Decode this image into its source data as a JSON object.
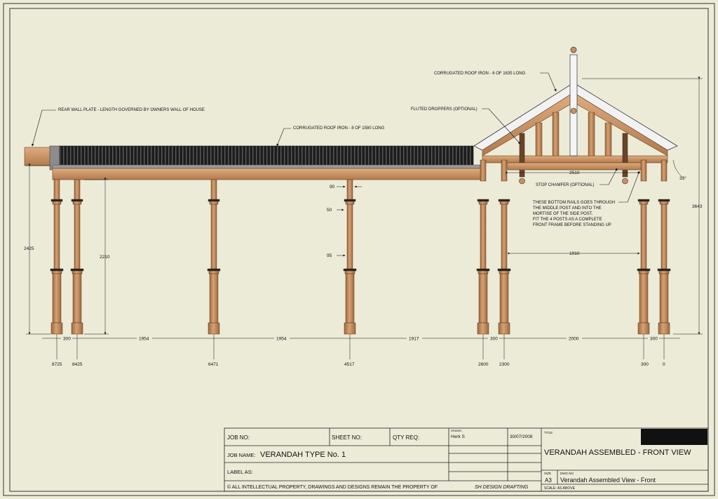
{
  "annotations": {
    "rear_wall_plate": "REAR WALL PLATE - LENGTH GOVERNED BY OWNERS WALL OF HOUSE",
    "roof_iron_main": "CORRUGATED ROOF IRON - 8 OF 1580 LONG",
    "roof_iron_gable": "CORRUGATED ROOF IRON - 6 OF 1635 LONG",
    "fluted_droppers": "FLUTED DROPPERS (OPTIONAL)",
    "stop_chamfer": "STOP CHAMFER (OPTIONAL)",
    "bottom_rails": [
      "THESE BOTTOM RAILS GOES THROUGH",
      "THE MIDDLE POST AND INTO THE",
      "MORTISE OF THE SIDE POST.",
      "FIT THE 4 POSTS AS A COMPLETE",
      "FRONT FRAME BEFORE STANDING UP"
    ]
  },
  "dimensions": {
    "overall_height_left": "2425",
    "post_height": "2210",
    "post_top": "90",
    "post_capital": "50",
    "post_mid": "95",
    "gable_span": "2510",
    "gable_inner": "1910",
    "roof_pitch": "33°",
    "overall_height_right": "3643",
    "spacing": [
      "300",
      "1954",
      "1954",
      "1917",
      "300",
      "2000",
      "300"
    ],
    "positions": [
      "8725",
      "8425",
      "6471",
      "4517",
      "2600",
      "2300",
      "300",
      "0"
    ]
  },
  "title_block": {
    "job_no_label": "JOB NO:",
    "sheet_no_label": "SHEET NO:",
    "qty_req_label": "QTY REQ:",
    "drawn_label": "DRAWN",
    "drawn_by": "Herk S",
    "date": "30/07/2008",
    "title_label": "TITLE",
    "logo_mark": "SH",
    "logo_text": "DESIGN",
    "logo_sub": "DRAFTING",
    "job_name_label": "JOB NAME:",
    "job_name": "VERANDAH TYPE No. 1",
    "title": "VERANDAH ASSEMBLED - FRONT VIEW",
    "label_as": "LABEL AS:",
    "size_label": "SIZE",
    "size": "A3",
    "dwg_no_label": "DWG NO",
    "dwg_no": "Verandah Assembled View - Front",
    "copyright": "© ALL INTELLECTUAL PROPERTY, DRAWINGS AND DESIGNS REMAIN THE PROPERTY OF",
    "copyright_owner": "SH DESIGN DRAFTING",
    "scale": "SCALE: AS ABOVE"
  },
  "colors": {
    "background": "#ecebd8",
    "timber": "#c98f5e",
    "timber_dark": "#8a5a34",
    "roof_iron": "#222222",
    "line": "#111111"
  }
}
